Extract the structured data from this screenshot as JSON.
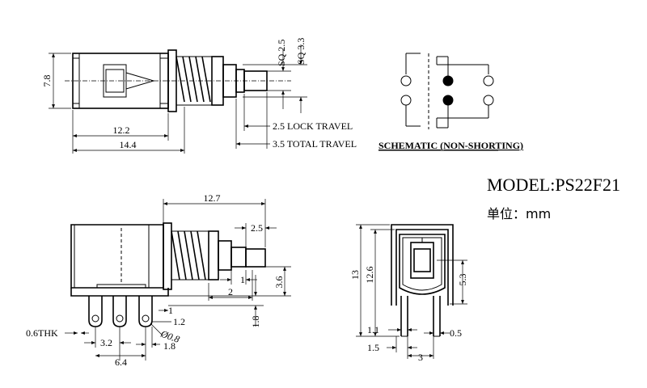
{
  "top_view": {
    "dim_height": "7.8",
    "dim_body_length": "12.2",
    "dim_overall_length": "14.4",
    "dim_sq_small": "SQ 2.5",
    "dim_sq_large": "SQ 3.3",
    "lock_travel": "2.5 LOCK TRAVEL",
    "total_travel": "3.5 TOTAL TRAVEL"
  },
  "schematic": {
    "label": "SCHEMATIC (NON-SHORTING)"
  },
  "model": {
    "label": "MODEL:PS22F21",
    "unit_label": "单位：mm"
  },
  "side_view": {
    "dim_length": "12.7",
    "dim_plunger": "2.5",
    "dim_1_top": "1",
    "dim_2": "2",
    "dim_3_6": "3.6",
    "dim_1_8": "1.8",
    "dim_1_pin": "1",
    "dim_1_2": "1.2",
    "dim_thk": "0.6THK",
    "dim_hole": "Ø0.8",
    "dim_3_2": "3.2",
    "dim_1_8b": "1.8",
    "dim_6_4": "6.4"
  },
  "end_view": {
    "dim_13": "13",
    "dim_12_6": "12.6",
    "dim_5_3": "5.3",
    "dim_1_1": "1.1",
    "dim_0_5": "0.5",
    "dim_1_5": "1.5",
    "dim_3": "3"
  }
}
